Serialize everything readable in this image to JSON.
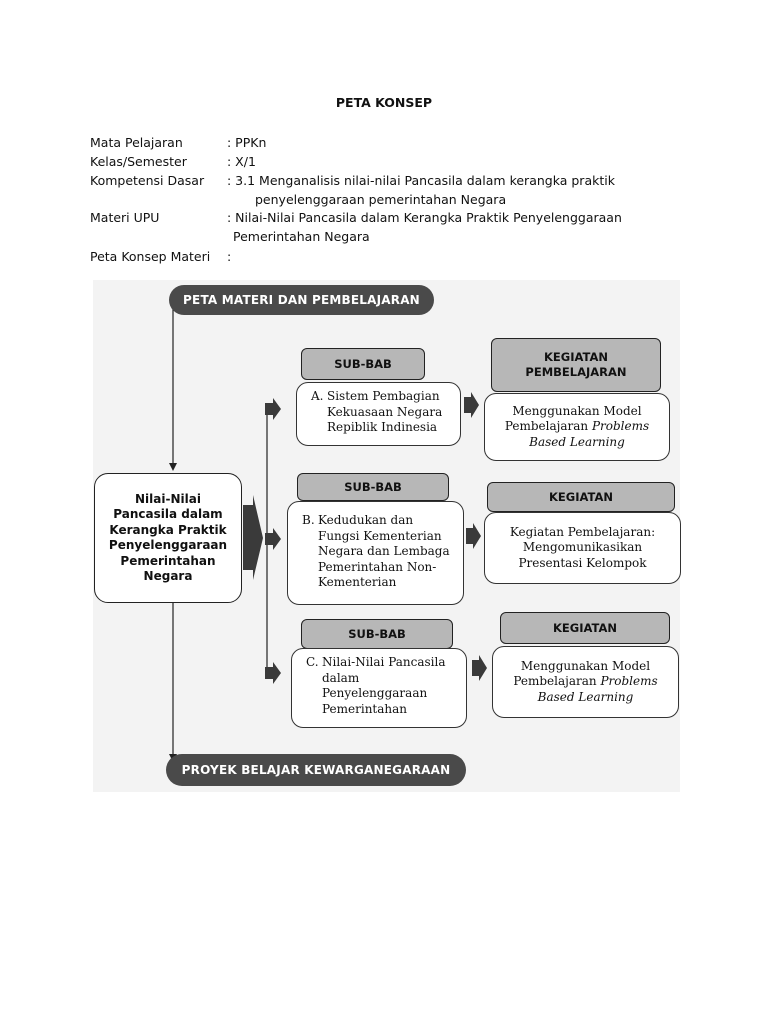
{
  "title": "PETA KONSEP",
  "info": {
    "mapel": {
      "label": "Mata Pelajaran",
      "value": ": PPKn"
    },
    "kelas": {
      "label": "Kelas/Semester",
      "value": ": X/1"
    },
    "kd": {
      "label": "Kompetensi Dasar",
      "value": ": 3.1 Menganalisis nilai-nilai Pancasila dalam kerangka praktik",
      "cont": "penyelenggaraan pemerintahan Negara"
    },
    "materi": {
      "label": "Materi UPU",
      "value": ": Nilai-Nilai Pancasila dalam Kerangka Praktik Penyelenggaraan",
      "cont": "Pemerintahan Negara"
    },
    "peta": {
      "label": "Peta Konsep Materi",
      "value": ":"
    }
  },
  "diagram": {
    "top_pill": "PETA MATERI DAN PEMBELAJARAN",
    "bottom_pill": "PROYEK BELAJAR KEWARGANEGARAAN",
    "main_box": "Nilai-Nilai\nPancasila dalam\nKerangka Praktik\nPenyelenggaraan\nPemerintahan\nNegara",
    "rows": [
      {
        "sub_header": "SUB-BAB",
        "sub_letter": "A.",
        "sub_text": "Sistem Pembagian\nKekuasaan Negara\nRepiblik Indinesia",
        "act_header": "KEGIATAN\nPEMBELAJARAN",
        "act_plain": "Menggunakan Model\nPembelajaran ",
        "act_italic1": "Problems",
        "act_italic2": "Based Learning"
      },
      {
        "sub_header": "SUB-BAB",
        "sub_letter": "B.",
        "sub_text": "Kedudukan dan\nFungsi Kementerian\nNegara dan Lembaga\nPemerintahan Non-\nKementerian",
        "act_header": "KEGIATAN",
        "act_text": "Kegiatan Pembelajaran:\nMengomunikasikan\nPresentasi Kelompok"
      },
      {
        "sub_header": "SUB-BAB",
        "sub_letter": "C.",
        "sub_text": "Nilai-Nilai Pancasila\ndalam\nPenyelenggaraan\nPemerintahan",
        "act_header": "KEGIATAN",
        "act_plain": "Menggunakan Model\nPembelajaran ",
        "act_italic1": "Problems",
        "act_italic2": "Based Learning"
      }
    ]
  }
}
